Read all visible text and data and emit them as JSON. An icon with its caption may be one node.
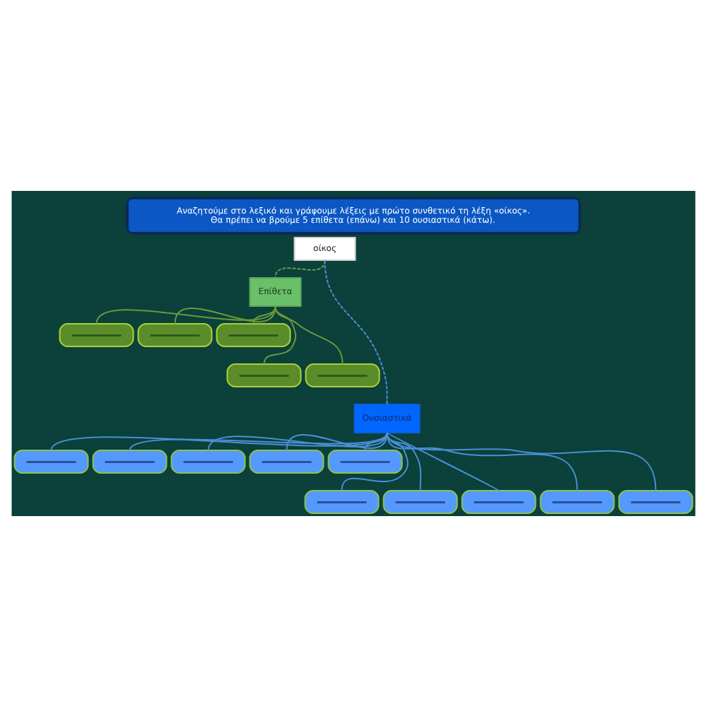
{
  "diagram": {
    "title": "Αναζητούμε στο λεξικό και γράφουμε λέξεις με πρώτο συνθετικό τη λέξη «οίκος». Θα πρέπει να βρούμε 5 επίθετα (επάνω) και 10 ουσιαστικά (κάτω).",
    "nodes": [
      {
        "text": [
          "οίκος"
        ]
      },
      {
        "text": [
          "Επίθετα"
        ]
      },
      {
        "text": [],
        "shape": "box"
      },
      {
        "text": [],
        "shape": "box"
      },
      {
        "text": [],
        "shape": "box"
      },
      {
        "text": [],
        "shape": "box"
      },
      {
        "text": [],
        "shape": "box"
      },
      {
        "text": [
          "Ουσιαστικά"
        ]
      },
      {
        "text": [],
        "shape": "box"
      },
      {
        "text": [],
        "shape": "box"
      },
      {
        "text": [],
        "shape": "box"
      },
      {
        "text": [],
        "shape": "box"
      },
      {
        "text": [],
        "shape": "box"
      },
      {
        "text": [],
        "shape": "box"
      },
      {
        "text": [],
        "shape": "box"
      },
      {
        "text": [],
        "shape": "box"
      },
      {
        "text": [],
        "shape": "box"
      },
      {
        "text": [],
        "shape": "box"
      }
    ],
    "edges": [
      {
        "from": 0,
        "to": 1,
        "arrow": "none",
        "style": "dashed",
        "color": "#5fa04e"
      },
      {
        "from": 0,
        "to": 7,
        "arrow": "none",
        "style": "dashed"
      },
      {
        "from": 1,
        "to": 2,
        "arrow": "none",
        "color": "#6a9a3a"
      },
      {
        "from": 1,
        "to": 3,
        "arrow": "none",
        "color": "#6a9a3a"
      },
      {
        "from": 1,
        "to": 4,
        "arrow": "none",
        "color": "#6a9a3a"
      },
      {
        "from": 1,
        "to": 5,
        "arrow": "none",
        "color": "#6a9a3a"
      },
      {
        "from": 1,
        "to": 6,
        "arrow": "none",
        "color": "#6a9a3a"
      },
      {
        "from": 7,
        "to": 8,
        "arrow": "none"
      },
      {
        "from": 7,
        "to": 9,
        "arrow": "none"
      },
      {
        "from": 7,
        "to": 10,
        "arrow": "none"
      },
      {
        "from": 7,
        "to": 11,
        "arrow": "none"
      },
      {
        "from": 7,
        "to": 12,
        "arrow": "none"
      },
      {
        "from": 7,
        "to": 13,
        "arrow": "none"
      },
      {
        "from": 7,
        "to": 14,
        "arrow": "none"
      },
      {
        "from": 7,
        "to": 15,
        "arrow": "none"
      },
      {
        "from": 7,
        "to": 16,
        "arrow": "none"
      },
      {
        "from": 7,
        "to": 17,
        "arrow": "none"
      }
    ]
  }
}
